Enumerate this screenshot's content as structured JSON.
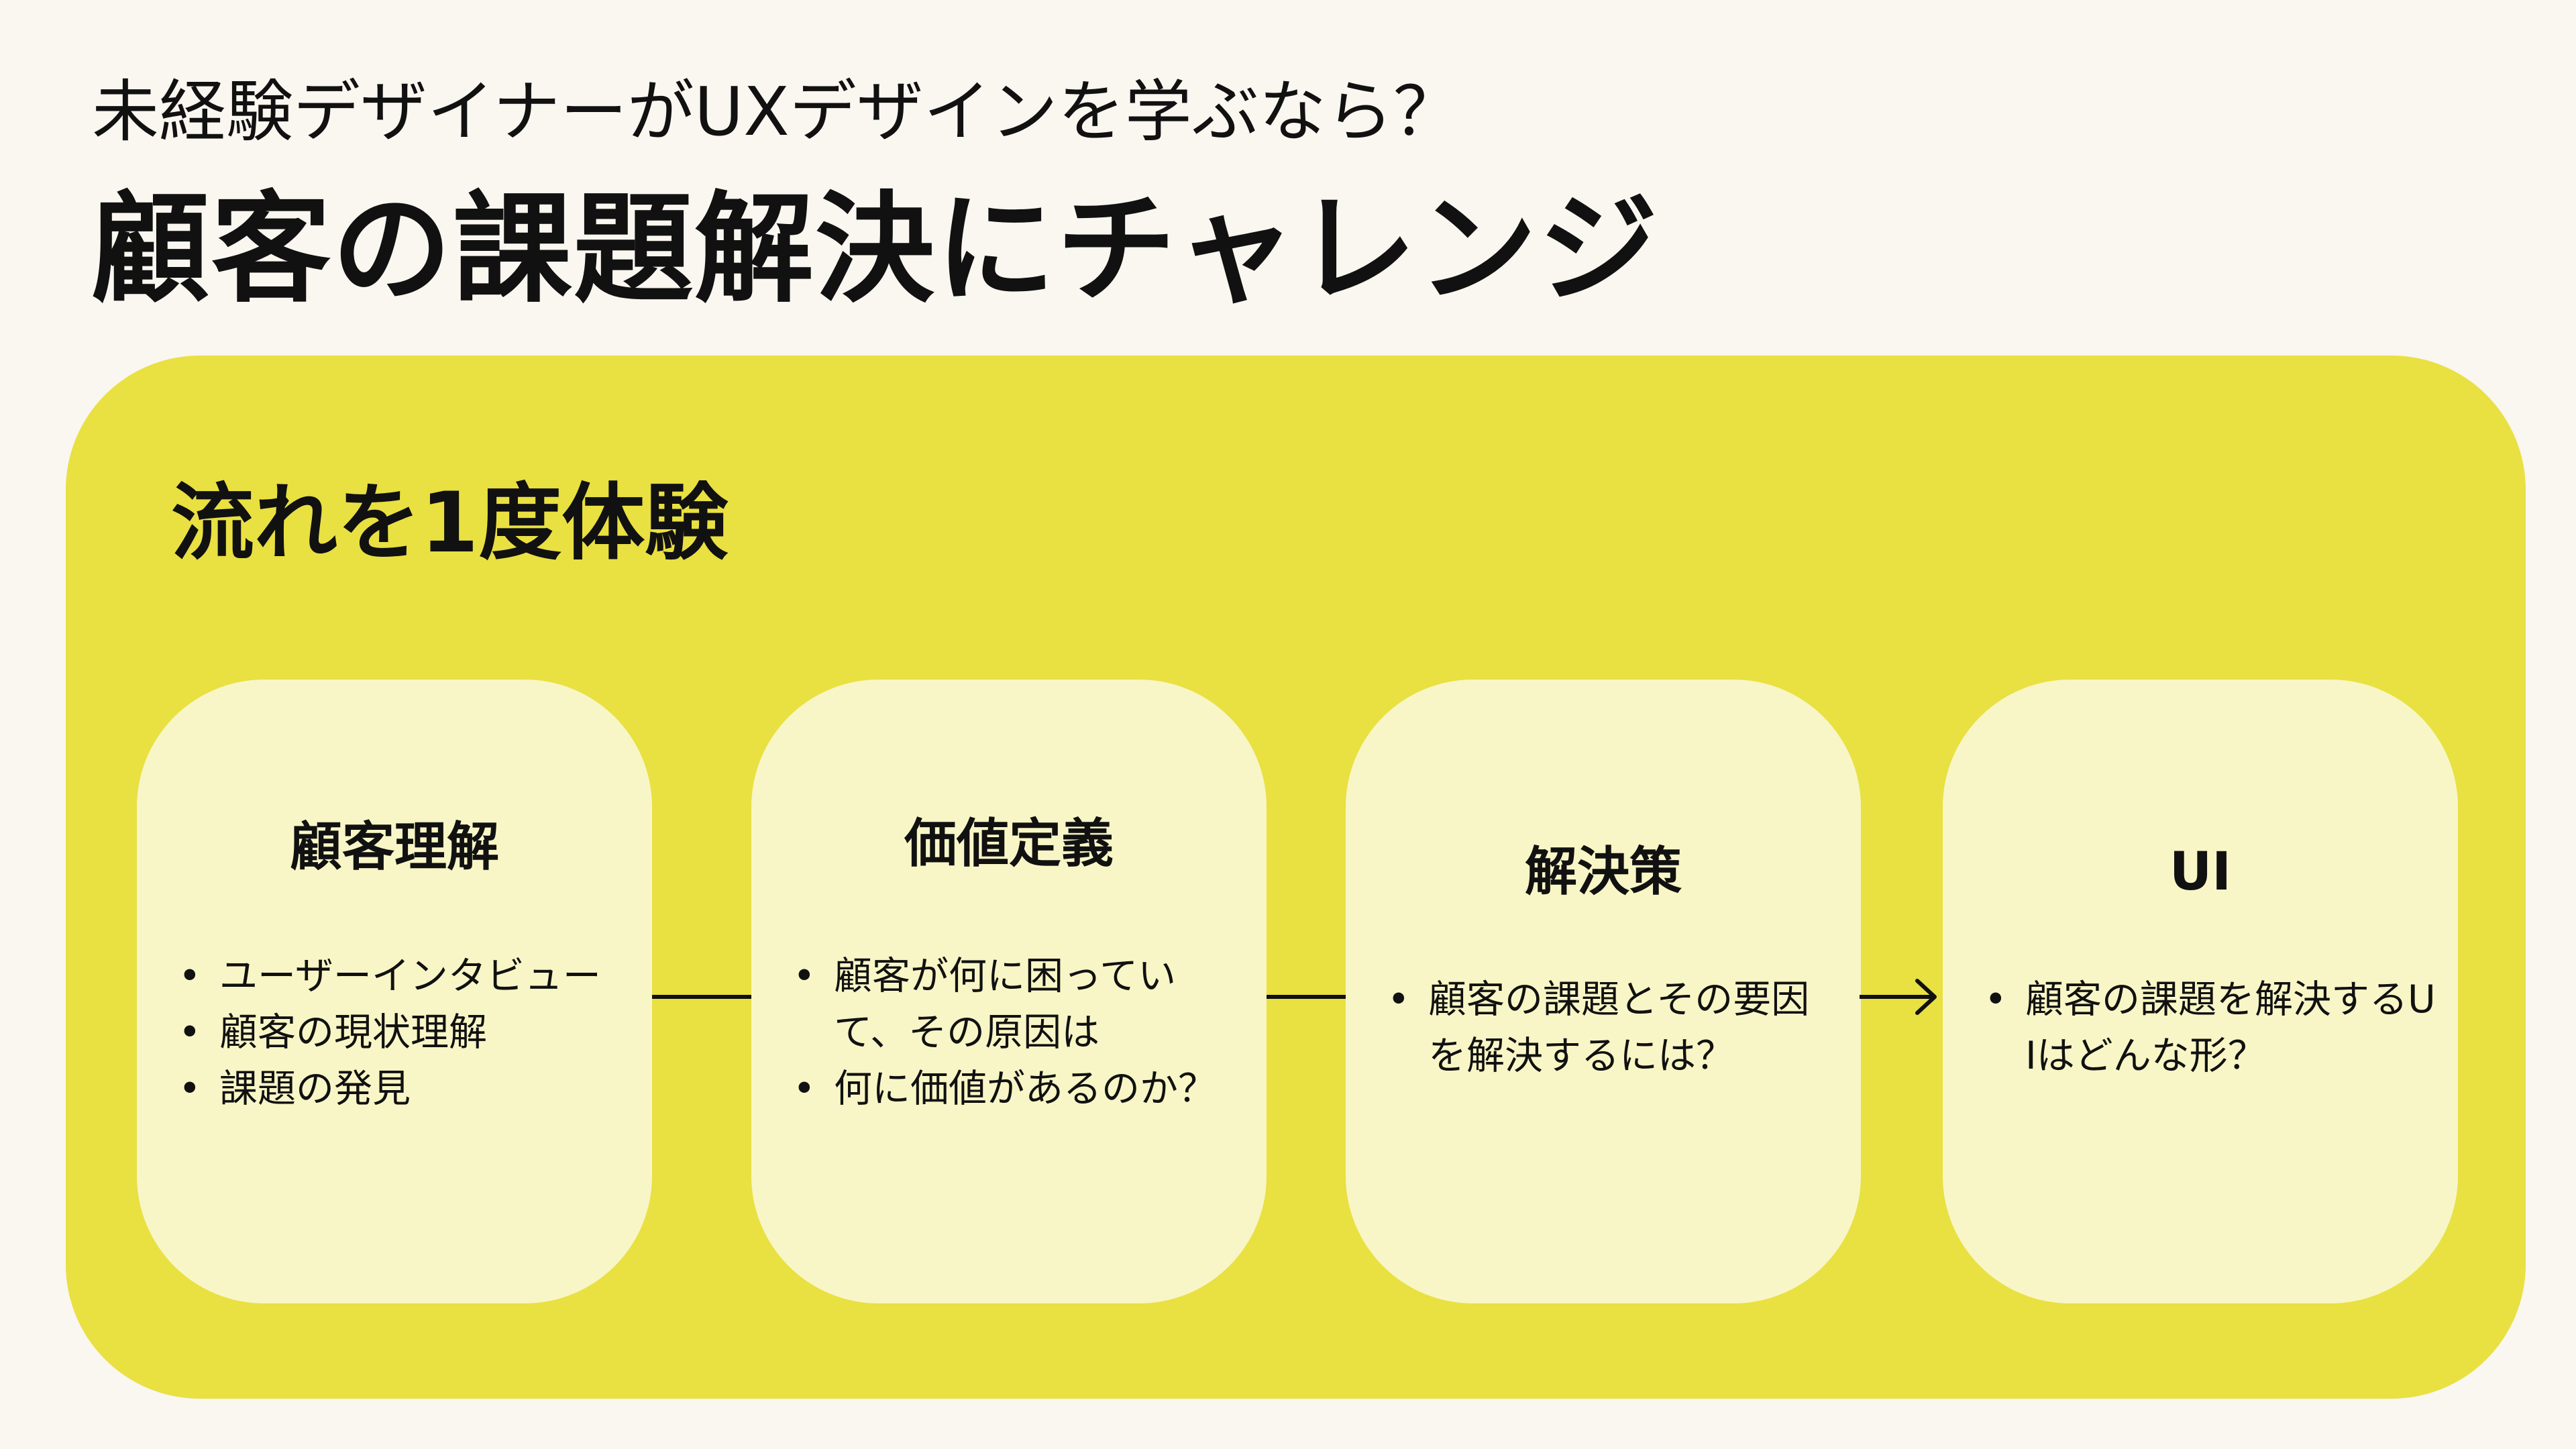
{
  "header": {
    "subtitle": "未経験デザイナーがUXデザインを学ぶなら？",
    "title": "顧客の課題解決にチャレンジ"
  },
  "panel": {
    "heading": "流れを1度体験"
  },
  "cards": [
    {
      "title": "顧客理解",
      "items": [
        "ユーザーインタビュー",
        "顧客の現状理解",
        "課題の発見"
      ]
    },
    {
      "title": "価値定義",
      "items": [
        "顧客が何に困っていて、その原因は",
        "何に価値があるのか？"
      ]
    },
    {
      "title": "解決策",
      "items": [
        "顧客の課題とその要因を解決するには？"
      ]
    },
    {
      "title": "UI",
      "items": [
        "顧客の課題を解決するUIはどんな形？"
      ]
    }
  ],
  "icons": {
    "bullet": "•",
    "arrow": "arrow-right-icon"
  },
  "colors": {
    "background": "#faf6f0",
    "panel": "#e9e042",
    "card": "#f8f6c6",
    "text": "#111111"
  }
}
